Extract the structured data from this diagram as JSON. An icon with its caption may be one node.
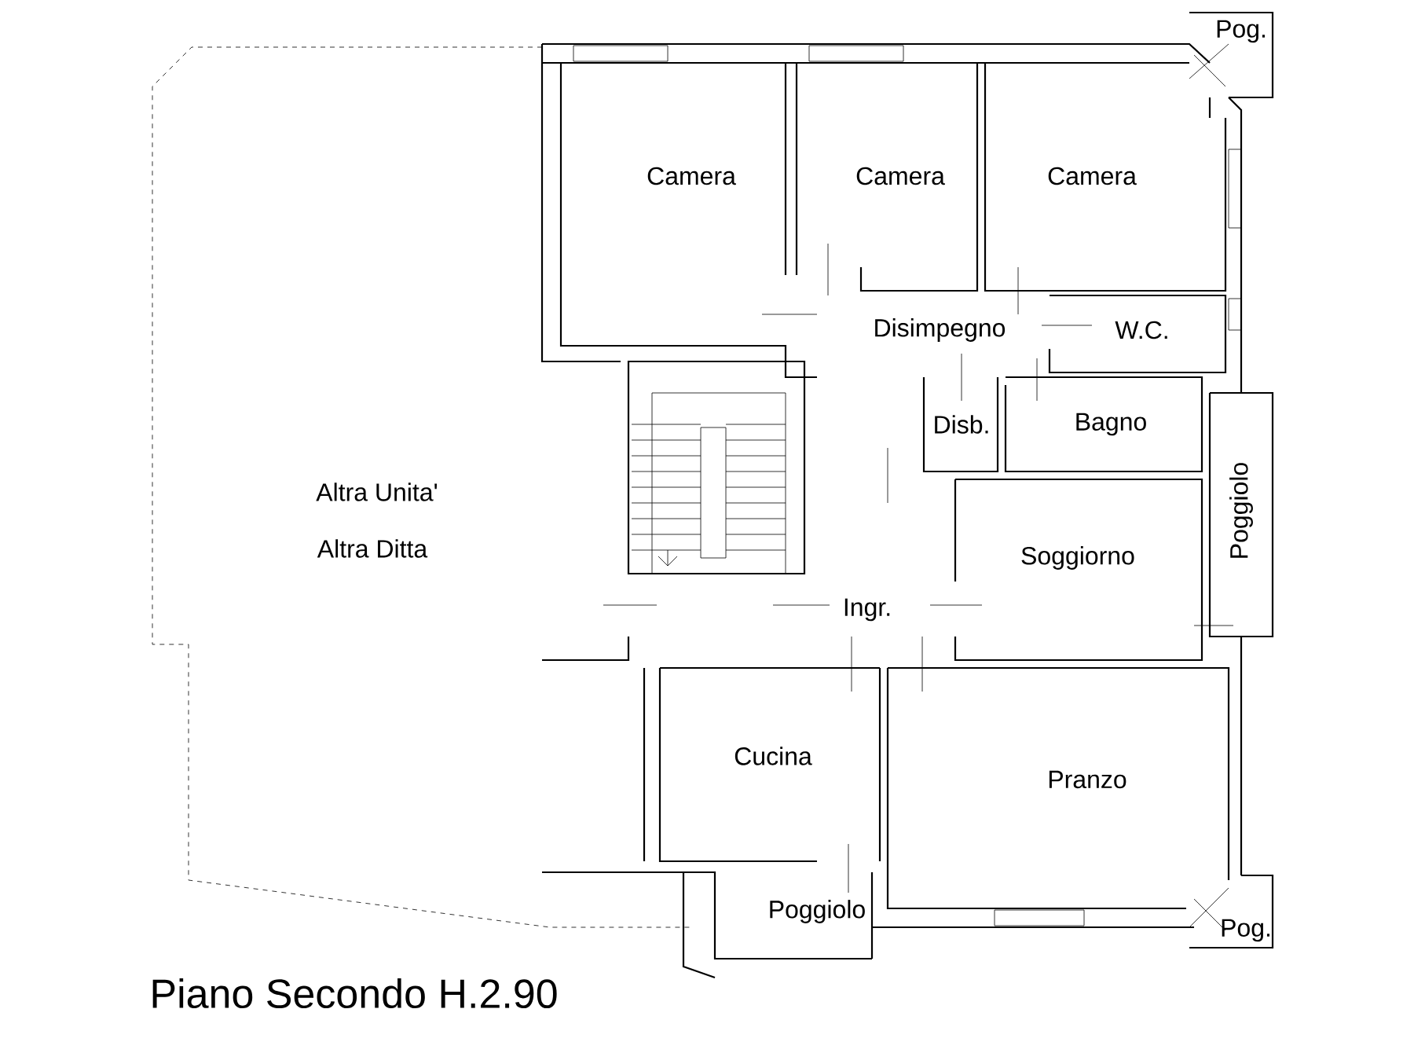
{
  "diagram": {
    "caption": "Piano Secondo H.2.90",
    "labels": [
      "Pog.",
      "Camera",
      "Camera",
      "Camera",
      "Disimpegno",
      "W.C.",
      "Disb.",
      "Bagno",
      "Altra Unita'",
      "Poggiolo",
      "Altra Ditta",
      "Soggiorno",
      "Ingr.",
      "Cucina",
      "Pranzo",
      "Poggiolo",
      "Pog."
    ]
  }
}
